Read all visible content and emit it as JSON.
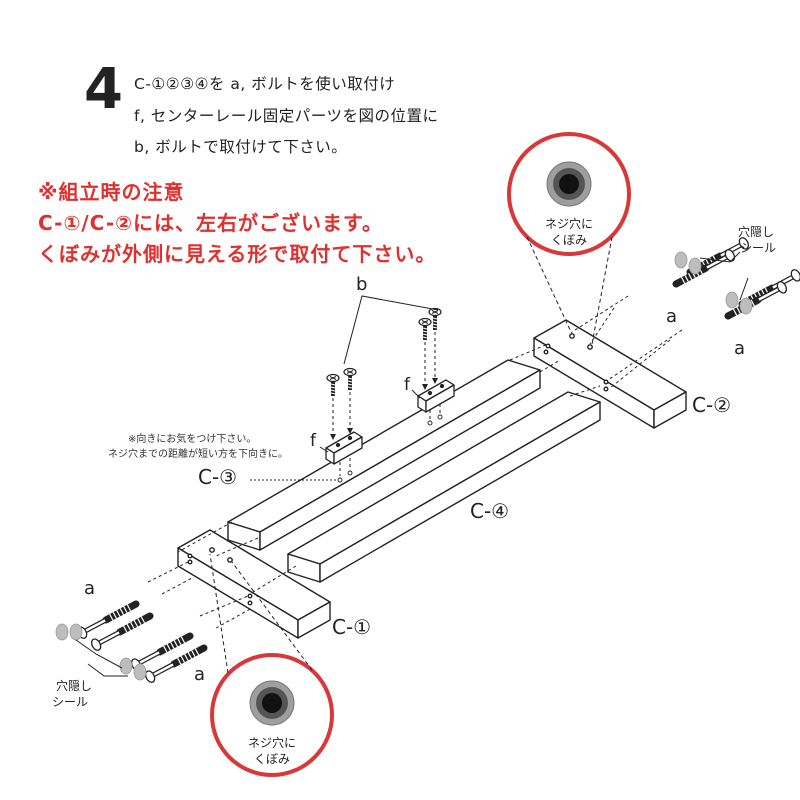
{
  "step": {
    "number": "4",
    "lines": [
      "C-①②③④を a, ボルトを使い取付け",
      "f, センターレール固定パーツを図の位置に",
      "b, ボルトで取付けて下さい。"
    ]
  },
  "caution": {
    "heading": "※組立時の注意",
    "lines": [
      "C-①/C-②には、左右がございます。",
      "くぼみが外側に見える形で取付て下さい。"
    ]
  },
  "orientation_note": {
    "lines": [
      "※向きにお気をつけ下さい。",
      "ネジ穴までの距離が短い方を下向きに。"
    ]
  },
  "parts": {
    "c1": "C-①",
    "c2": "C-②",
    "c3": "C-③",
    "c4": "C-④",
    "a": "a",
    "b": "b",
    "f": "f"
  },
  "callouts": {
    "recess": [
      "ネジ穴に",
      "くぼみ"
    ],
    "seal": [
      "穴隠し",
      "シール"
    ]
  },
  "colors": {
    "accent_red": "#e0302e",
    "line": "#222222",
    "seal_gray": "#bdbdbd"
  }
}
